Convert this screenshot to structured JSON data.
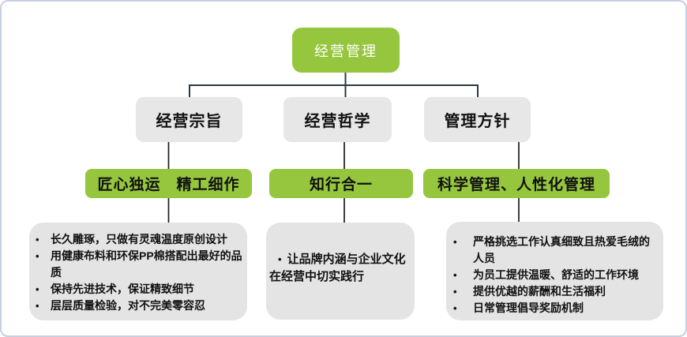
{
  "diagram": {
    "title_node": "经营管理",
    "bullet_glyph": "•",
    "colors": {
      "green": "#95c63e",
      "box_gray": "#e7e7e7",
      "panel_gray": "#e4e4e4",
      "connector": "#2a3845",
      "border": "#c9cfe2",
      "background": "#ffffff",
      "root_text": "#ffffff",
      "text": "#111111"
    },
    "columns": [
      {
        "category": "经营宗旨",
        "value": "匠心独运　精工细作",
        "bullets": [
          {
            "lines": [
              "长久雕琢，只做有灵魂温度原创设计"
            ]
          },
          {
            "lines": [
              "用健康布料和环保PP棉搭配出最好的品",
              "质"
            ]
          },
          {
            "lines": [
              "保持先进技术，保证精致细节"
            ]
          },
          {
            "lines": [
              "层层质量检验，对不完美零容忍"
            ]
          }
        ]
      },
      {
        "category": "经营哲学",
        "value": "知行合一",
        "bullets": [
          {
            "lines": [
              "让品牌内涵与企业文化",
              "在经营中切实践行"
            ]
          }
        ]
      },
      {
        "category": "管理方针",
        "value": "科学管理、人性化管理",
        "bullets": [
          {
            "lines": [
              "严格挑选工作认真细致且热爱毛绒的",
              "人员"
            ]
          },
          {
            "lines": [
              "为员工提供温暖、舒适的工作环境"
            ]
          },
          {
            "lines": [
              "提供优越的薪酬和生活福利"
            ]
          },
          {
            "lines": [
              "日常管理倡导奖励机制"
            ]
          }
        ]
      }
    ]
  }
}
